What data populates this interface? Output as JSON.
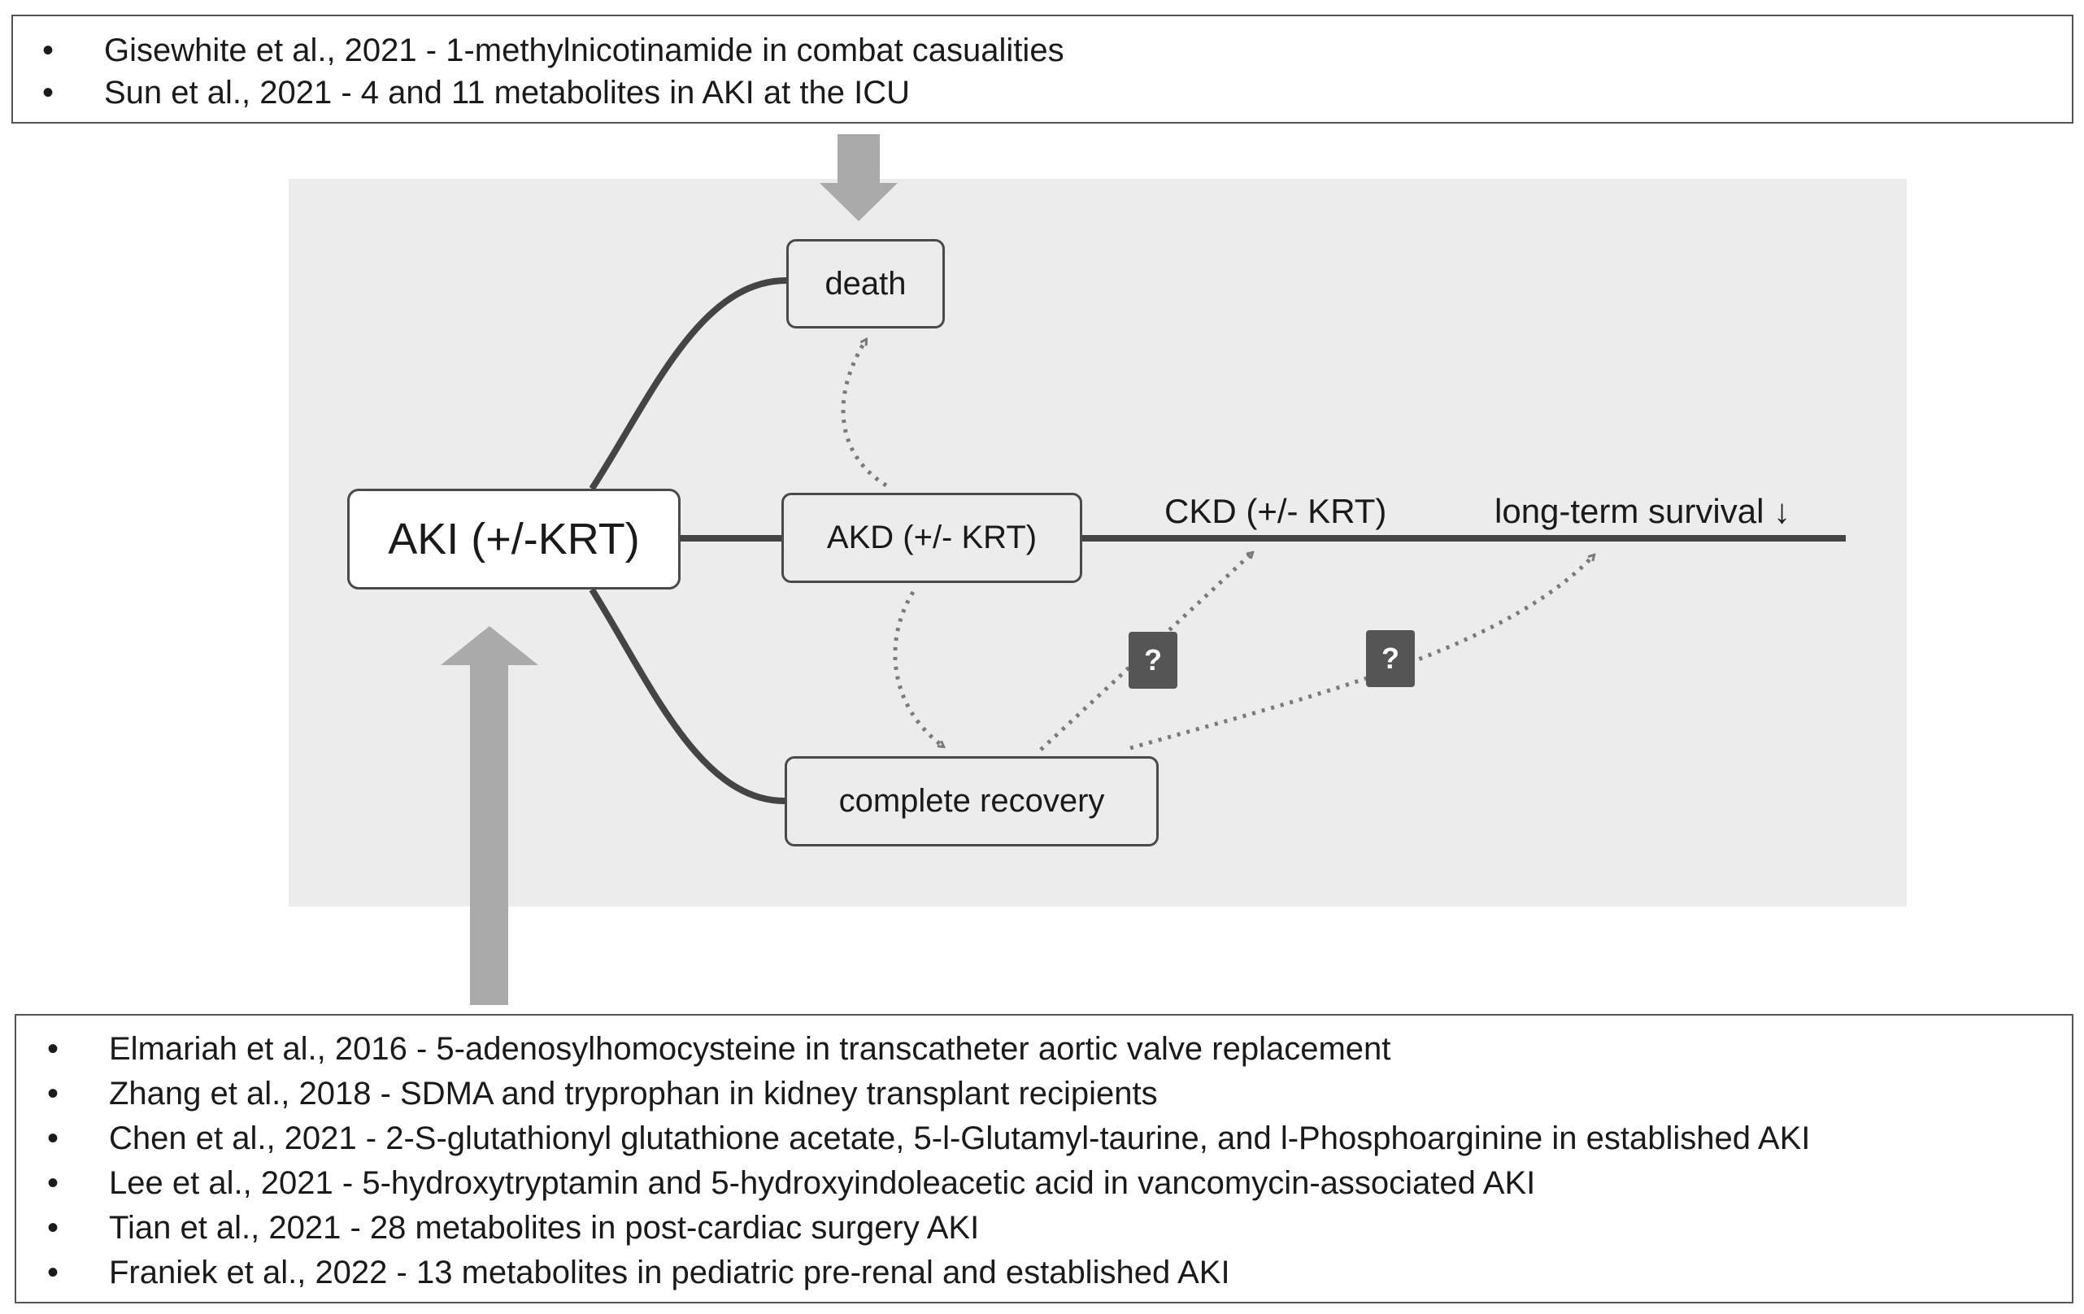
{
  "top_references": [
    {
      "bullet": "•",
      "text": "Gisewhite et al., 2021 - 1-methylnicotinamide in combat casualities"
    },
    {
      "bullet": "•",
      "text": "Sun et al., 2021 - 4 and 11 metabolites in AKI at the ICU"
    }
  ],
  "bottom_references": [
    {
      "bullet": "•",
      "text": "Elmariah et al., 2016 - 5-adenosylhomocysteine in transcatheter aortic valve replacement"
    },
    {
      "bullet": "•",
      "text": "Zhang et al., 2018 - SDMA and tryprophan in kidney transplant recipients"
    },
    {
      "bullet": "•",
      "text": "Chen et al., 2021 - 2-S-glutathionyl glutathione acetate, 5-l-Glutamyl-taurine, and l-Phosphoarginine in established AKI"
    },
    {
      "bullet": "•",
      "text": "Lee et al., 2021 - 5-hydroxytryptamin and 5-hydroxyindoleacetic acid in vancomycin-associated AKI"
    },
    {
      "bullet": "•",
      "text": "Tian et al., 2021 - 28 metabolites in post-cardiac surgery AKI"
    },
    {
      "bullet": "•",
      "text": "Franiek et al., 2022 - 13 metabolites in pediatric pre-renal and established AKI"
    }
  ],
  "nodes": {
    "aki": "AKI (+/-KRT)",
    "death": "death",
    "akd": "AKD (+/- KRT)",
    "recovery": "complete recovery"
  },
  "labels": {
    "ckd": "CKD (+/- KRT)",
    "survival": "long-term survival ↓"
  },
  "question_badges": [
    "?",
    "?"
  ],
  "colors": {
    "panel_background": "#ececec",
    "solid_line": "#444444",
    "dotted_arrow": "#7a7a7a",
    "big_arrow": "#aaaaaa",
    "badge": "#555555"
  }
}
